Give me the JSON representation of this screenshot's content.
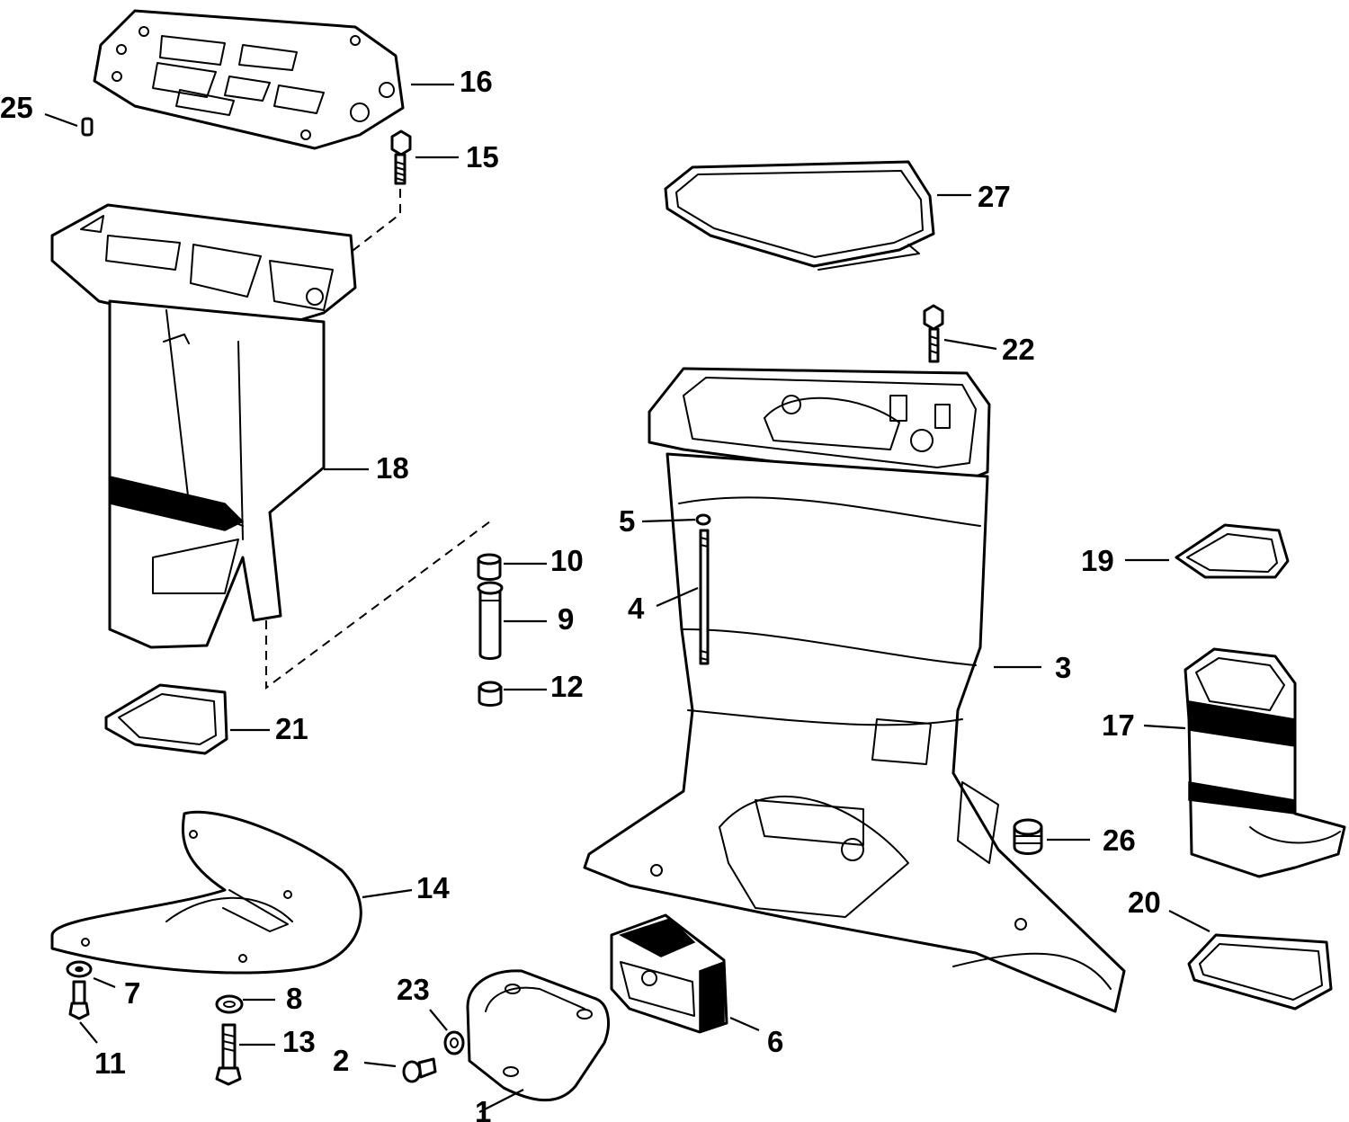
{
  "diagram": {
    "callouts": [
      {
        "id": "c1",
        "label": "1"
      },
      {
        "id": "c2",
        "label": "2"
      },
      {
        "id": "c3",
        "label": "3"
      },
      {
        "id": "c4",
        "label": "4"
      },
      {
        "id": "c5",
        "label": "5"
      },
      {
        "id": "c6",
        "label": "6"
      },
      {
        "id": "c7",
        "label": "7"
      },
      {
        "id": "c8",
        "label": "8"
      },
      {
        "id": "c9",
        "label": "9"
      },
      {
        "id": "c10",
        "label": "10"
      },
      {
        "id": "c11",
        "label": "11"
      },
      {
        "id": "c12",
        "label": "12"
      },
      {
        "id": "c13",
        "label": "13"
      },
      {
        "id": "c14",
        "label": "14"
      },
      {
        "id": "c15",
        "label": "15"
      },
      {
        "id": "c16",
        "label": "16"
      },
      {
        "id": "c17",
        "label": "17"
      },
      {
        "id": "c18",
        "label": "18"
      },
      {
        "id": "c19",
        "label": "19"
      },
      {
        "id": "c20",
        "label": "20"
      },
      {
        "id": "c21",
        "label": "21"
      },
      {
        "id": "c22",
        "label": "22"
      },
      {
        "id": "c23",
        "label": "23"
      },
      {
        "id": "c25",
        "label": "25"
      },
      {
        "id": "c26",
        "label": "26"
      },
      {
        "id": "c27",
        "label": "27"
      }
    ]
  }
}
